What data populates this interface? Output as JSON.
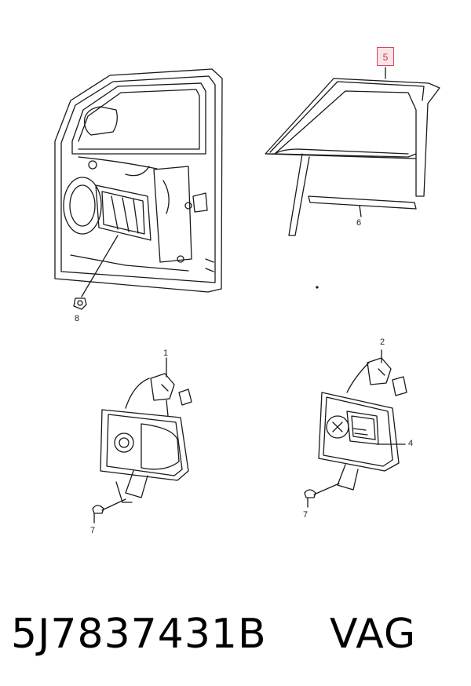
{
  "callouts": {
    "c1": "1",
    "c2": "2",
    "c4": "4",
    "c5": "5",
    "c6": "6",
    "c7a": "7",
    "c7b": "7",
    "c8": "8"
  },
  "caption": {
    "part_number": "5J7837431B",
    "brand": "VAG"
  },
  "colors": {
    "line": "#1a1a1a",
    "highlight_border": "#d04a5a",
    "highlight_fill": "#fbe3e6"
  }
}
